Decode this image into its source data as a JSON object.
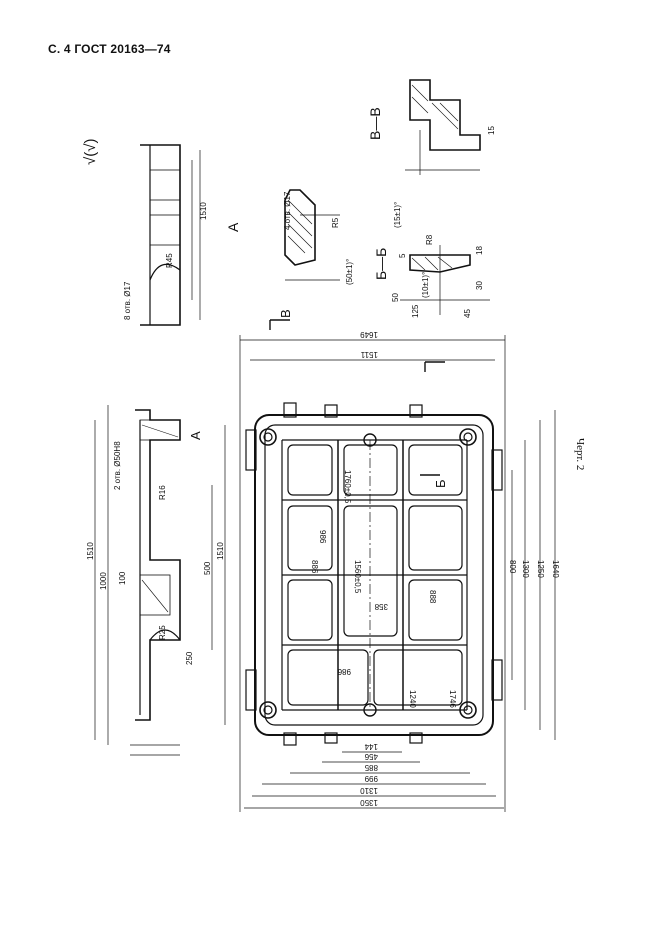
{
  "header": {
    "title": "С. 4 ГОСТ 20163—74"
  },
  "caption": {
    "text": "Черт. 2"
  },
  "drawing": {
    "roughness_mark": "√(√)",
    "views": {
      "section_a": "А",
      "section_b": "Б—Б",
      "section_v": "В—В",
      "arrow_a": "А",
      "arrow_b": "Б",
      "arrow_v": "В"
    },
    "outer_dims": [
      "1350",
      "1310",
      "999",
      "885",
      "456",
      "144"
    ],
    "top_dims": [
      "1649",
      "1511",
      "1560±0,5"
    ],
    "right_dims": [
      "1640",
      "1250",
      "1300",
      "800",
      "1510"
    ],
    "left_dims": [
      "1000",
      "500",
      "1510"
    ],
    "inner_dims": [
      "986",
      "886",
      "358",
      "1240",
      "1746",
      "1760±0,5",
      "986",
      "888"
    ],
    "profile_dims": [
      "R45",
      "R25",
      "R16",
      "4 отв. Ø17",
      "8 отв. Ø17",
      "2 отв. Ø50Н8",
      "1510",
      "100",
      "250"
    ],
    "detail_dims": [
      "15",
      "45",
      "18",
      "50",
      "30",
      "125",
      "5",
      "(15±1)°",
      "(10±1)°",
      "(50±1)°",
      "R8",
      "R5"
    ]
  }
}
